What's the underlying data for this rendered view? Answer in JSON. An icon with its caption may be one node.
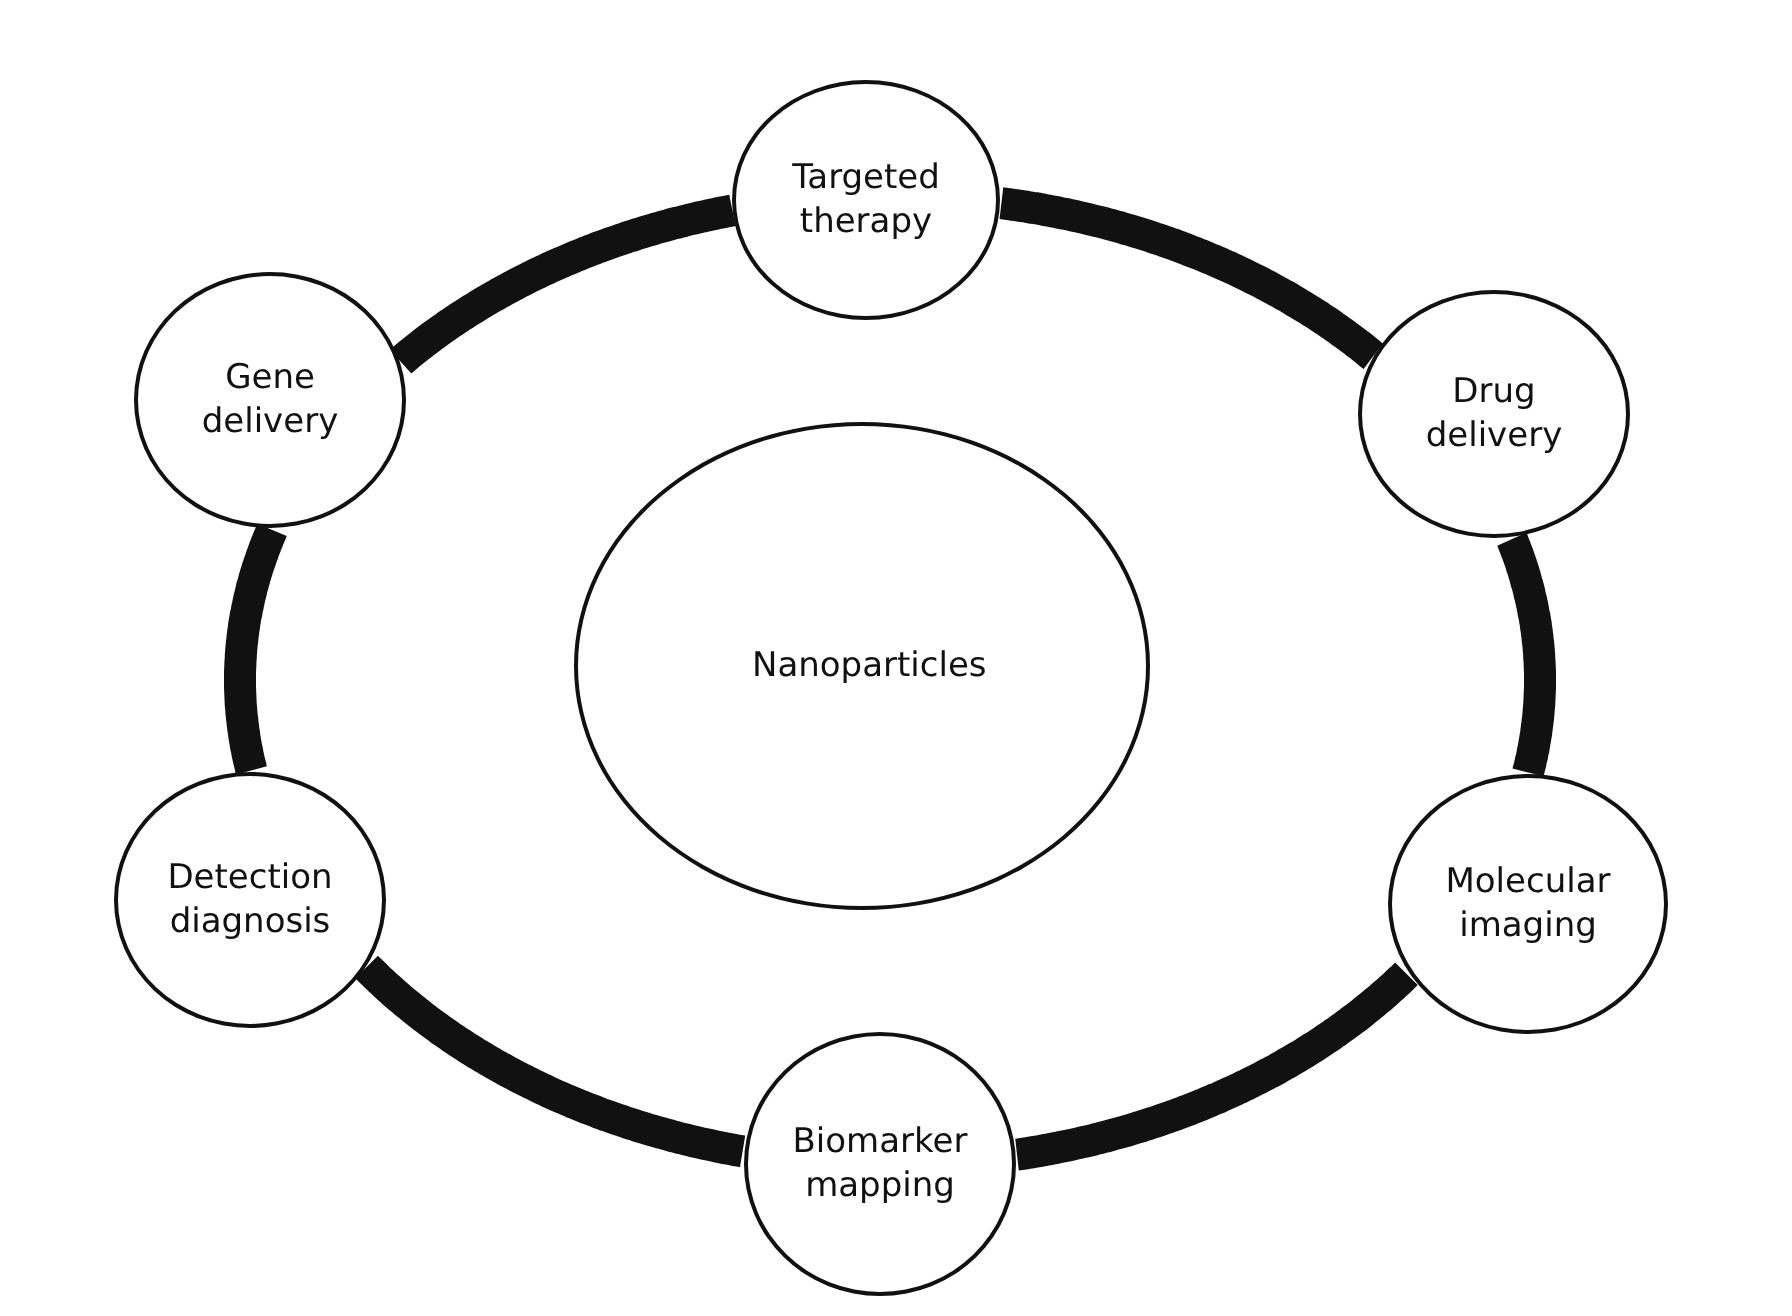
{
  "diagram": {
    "nodes": [
      {
        "text": [
          "Targeted therapy"
        ]
      },
      {
        "text": [
          "Gene delivery"
        ]
      },
      {
        "text": [
          "Drug delivery"
        ]
      },
      {
        "text": [
          "Nanoparticles"
        ]
      },
      {
        "text": [
          "Detection diagnosis"
        ]
      },
      {
        "text": [
          "Molecular imaging"
        ]
      },
      {
        "text": [
          "Biomarker mapping"
        ]
      }
    ],
    "edges": [
      {
        "from": 0,
        "to": 2,
        "arrow": "none"
      },
      {
        "from": 2,
        "to": 5,
        "arrow": "none"
      },
      {
        "from": 5,
        "to": 6,
        "arrow": "none"
      },
      {
        "from": 6,
        "to": 4,
        "arrow": "none"
      },
      {
        "from": 4,
        "to": 1,
        "arrow": "none"
      },
      {
        "from": 1,
        "to": 0,
        "arrow": "none"
      }
    ]
  }
}
